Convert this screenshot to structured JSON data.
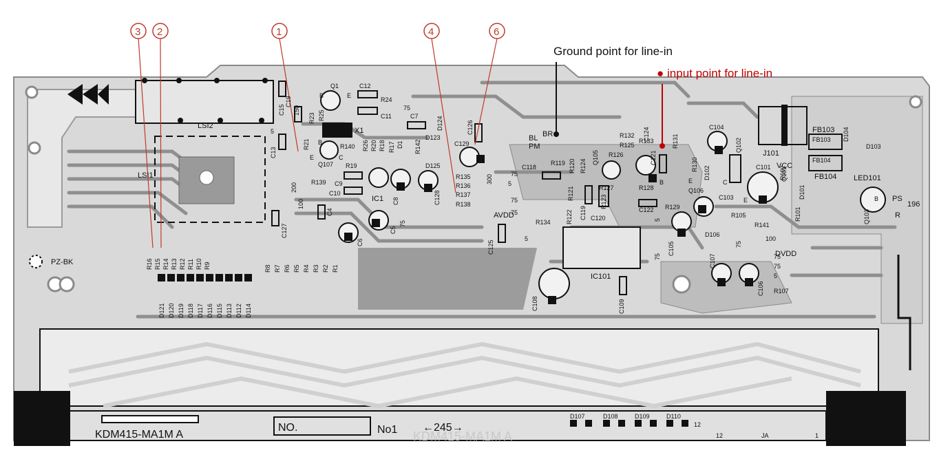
{
  "annotations": {
    "ground_point": "Ground point for line-in",
    "input_point": "input point for line-in"
  },
  "callouts": [
    "3",
    "2",
    "1",
    "4",
    "6"
  ],
  "board": {
    "model_left": "KDM415-MA1M A",
    "model_right": "KDM415-MA1M A",
    "no_box": "NO.",
    "no1": "No1",
    "dimension": "←245→",
    "dim_196": "196",
    "pz_bk": "PZ-BK",
    "lsi2": "LSI2",
    "lsi1": "LSI1",
    "ic1": "IC1",
    "ic101": "IC101",
    "x1": "X1",
    "j101": "J101",
    "fb103": "FB103",
    "fb104": "FB104",
    "led101": "LED101",
    "ps": "PS",
    "r": "R",
    "br": "BR",
    "bl": "BL",
    "pm": "PM",
    "avdd": "AVDD",
    "dvdd": "DVDD",
    "vcc": "VCC",
    "ja": "JA",
    "pin1": "1",
    "pin12a": "12",
    "pin12b": "12"
  },
  "labels": {
    "resistors_left": [
      "R16",
      "R15",
      "R14",
      "R13",
      "R12",
      "R11",
      "R10",
      "R9"
    ],
    "resistors_mid": [
      "R8",
      "R7",
      "R6",
      "R5",
      "R4",
      "R3",
      "R2",
      "R1"
    ],
    "diodes_left": [
      "D121",
      "D120",
      "D119",
      "D118",
      "D117",
      "D116",
      "D115",
      "D113",
      "D112",
      "D114"
    ],
    "bottom_diodes": [
      "D107",
      "D108",
      "D109",
      "D110"
    ],
    "top_parts": [
      "C12",
      "R24",
      "C11",
      "C7",
      "C19",
      "C15",
      "R23",
      "R25",
      "Q1",
      "D124",
      "C126",
      "C129",
      "R140",
      "R26",
      "R20",
      "R18",
      "R17",
      "D1",
      "R142",
      "D123",
      "D125",
      "Q107",
      "R21",
      "C13"
    ],
    "mid_parts": [
      "R19",
      "C9",
      "C10",
      "R139",
      "C8",
      "C128",
      "R135",
      "R136",
      "R137",
      "R138",
      "C118",
      "R119",
      "R120",
      "R124",
      "Q105",
      "R126",
      "R127",
      "R121",
      "R123",
      "C119",
      "C120",
      "R128",
      "R134",
      "R122"
    ],
    "right_parts": [
      "R132",
      "R125",
      "R133",
      "C124",
      "C121",
      "R131",
      "C104",
      "Q102",
      "R130",
      "D102",
      "Q106",
      "C101",
      "R102",
      "D101",
      "D104",
      "D103",
      "Q103",
      "C103",
      "R129",
      "R105",
      "R141",
      "R101",
      "C122",
      "D106",
      "C105",
      "C107",
      "C106",
      "R107",
      "C108",
      "C109",
      "C125",
      "C127",
      "C4",
      "C5",
      "C6",
      "Q101",
      "FB103",
      "FB104"
    ],
    "values": [
      "75",
      "5",
      "150",
      "200",
      "100",
      "300",
      "75",
      "75",
      "5",
      "5",
      "75",
      "75",
      "100",
      "75",
      "5",
      "75",
      "75",
      "75",
      "5"
    ],
    "misc": [
      "B",
      "E",
      "B",
      "E",
      "C",
      "B",
      "E",
      "C",
      "E",
      "B"
    ]
  }
}
